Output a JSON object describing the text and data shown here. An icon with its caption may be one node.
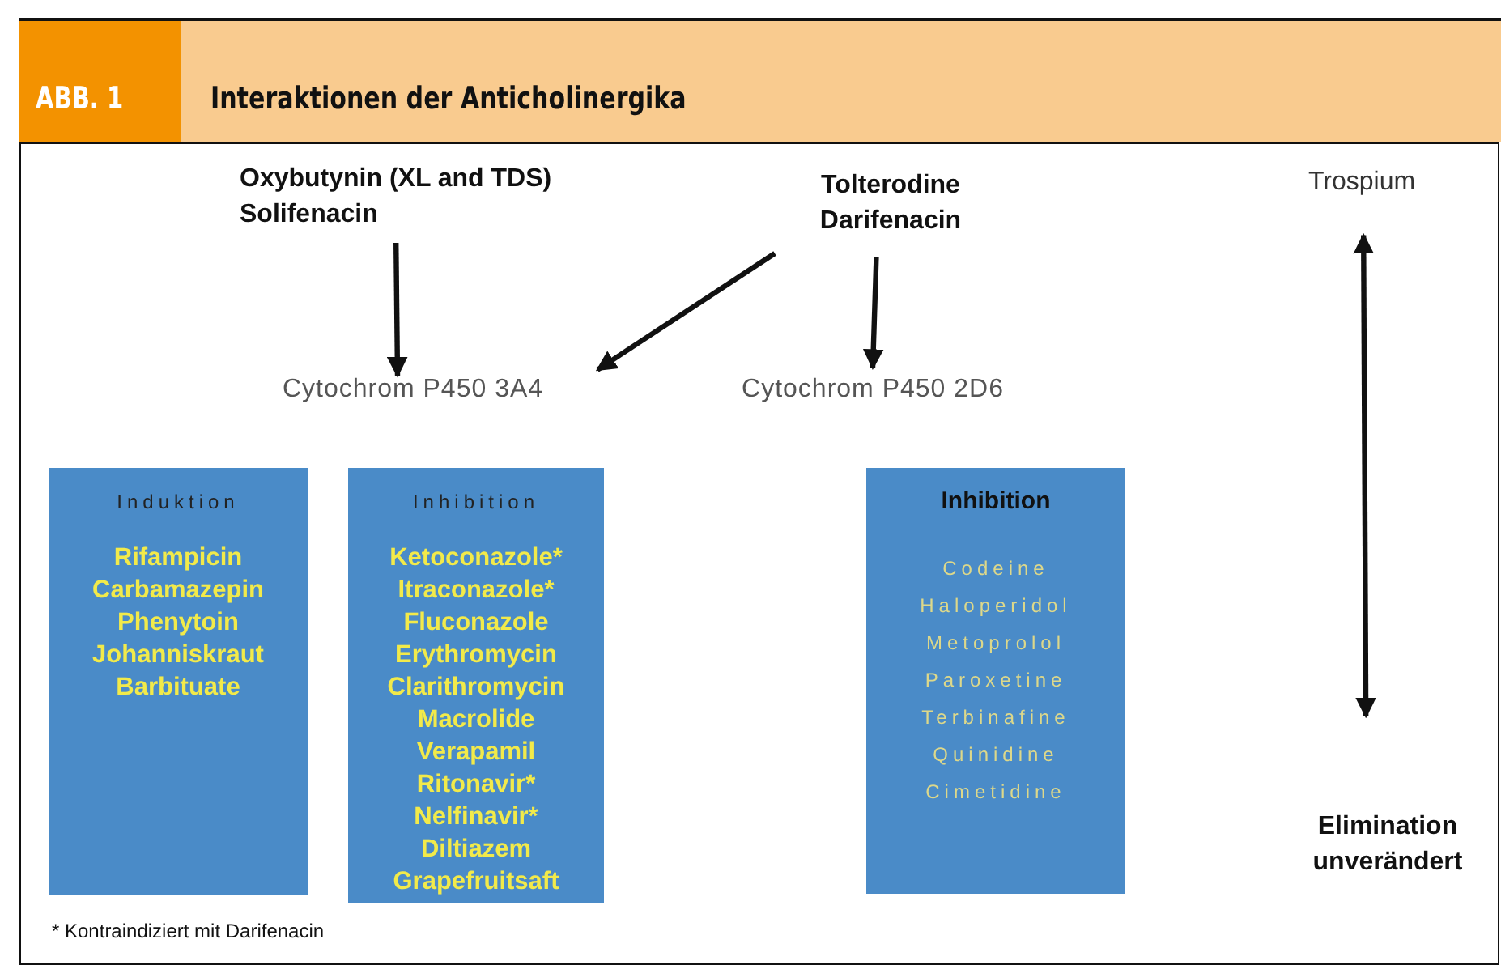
{
  "diagram": {
    "title": "Interaktionen der Anticholinergika",
    "nodes": [
      {
        "text": [
          "Oxybutynin (XL and TDS) Solifenacin"
        ]
      },
      {
        "text": [
          "Tolterodine Darifenacin"
        ]
      },
      {
        "text": [
          "Trospium"
        ]
      },
      {
        "text": [
          "Cytochrom P450 3A4"
        ]
      },
      {
        "text": [
          "Cytochrom P450 2D6"
        ]
      },
      {
        "text": [
          "Induktion",
          "Rifampicin",
          "Carbamazepin",
          "Phenytoin",
          "Johanniskraut",
          "Barbituate"
        ]
      },
      {
        "text": [
          "Inhibition",
          "Ketoconazole*",
          "Itraconazole*",
          "Fluconazole",
          "Erythromycin",
          "Clarithromycin",
          "Macrolide",
          "Verapamil",
          "Ritonavir*",
          "Nelfinavir*",
          "Diltiazem",
          "Grapefruitsaft"
        ]
      },
      {
        "text": [
          "Inhibition",
          "Codeine",
          "Haloperidol",
          "Metoprolol",
          "Paroxetine",
          "Terbinafine",
          "Quinidine",
          "Cimetidine"
        ]
      },
      {
        "text": [
          "Elimination unverändert"
        ]
      }
    ],
    "edges": [
      {
        "from": 0,
        "to": 3,
        "arrow": "to"
      },
      {
        "from": 1,
        "to": 3,
        "arrow": "to"
      },
      {
        "from": 1,
        "to": 4,
        "arrow": "to"
      },
      {
        "from": 2,
        "to": 8,
        "arrow": "both"
      }
    ],
    "labels": [
      "ABB. 1",
      "* Kontraindiziert mit Darifenacin"
    ]
  }
}
